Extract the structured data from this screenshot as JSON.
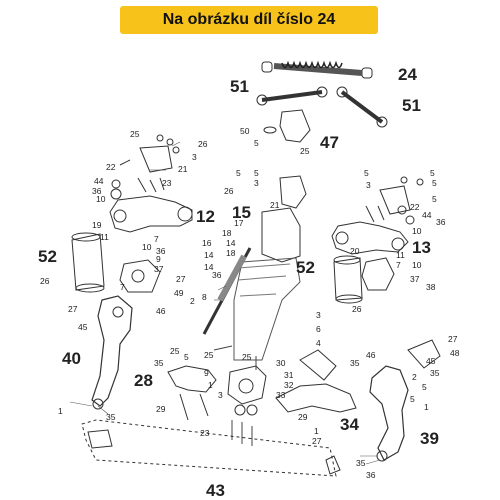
{
  "banner": {
    "text": "Na obrázku díl číslo 24"
  },
  "callouts": {
    "big": [
      "51",
      "24",
      "51",
      "47",
      "15",
      "12",
      "52",
      "13",
      "52",
      "40",
      "28",
      "34",
      "39",
      "43"
    ],
    "small": [
      "50",
      "5",
      "25",
      "25",
      "26",
      "3",
      "22",
      "21",
      "44",
      "36",
      "10",
      "23",
      "5",
      "3",
      "26",
      "21",
      "3",
      "5",
      "22",
      "44",
      "36",
      "10",
      "5",
      "5",
      "5",
      "5",
      "17",
      "18",
      "14",
      "18",
      "16",
      "14",
      "14",
      "19",
      "11",
      "7",
      "10",
      "36",
      "36",
      "8",
      "9",
      "37",
      "27",
      "49",
      "7",
      "20",
      "10",
      "37",
      "38",
      "26",
      "11",
      "7",
      "6",
      "26",
      "27",
      "45",
      "46",
      "2",
      "3",
      "4",
      "1",
      "35",
      "25",
      "25",
      "5",
      "9",
      "1",
      "25",
      "35",
      "35",
      "30",
      "31",
      "32",
      "33",
      "27",
      "48",
      "46",
      "45",
      "2",
      "5",
      "5",
      "1",
      "35",
      "29",
      "29",
      "3",
      "23",
      "1",
      "27",
      "35",
      "36",
      "26"
    ]
  }
}
